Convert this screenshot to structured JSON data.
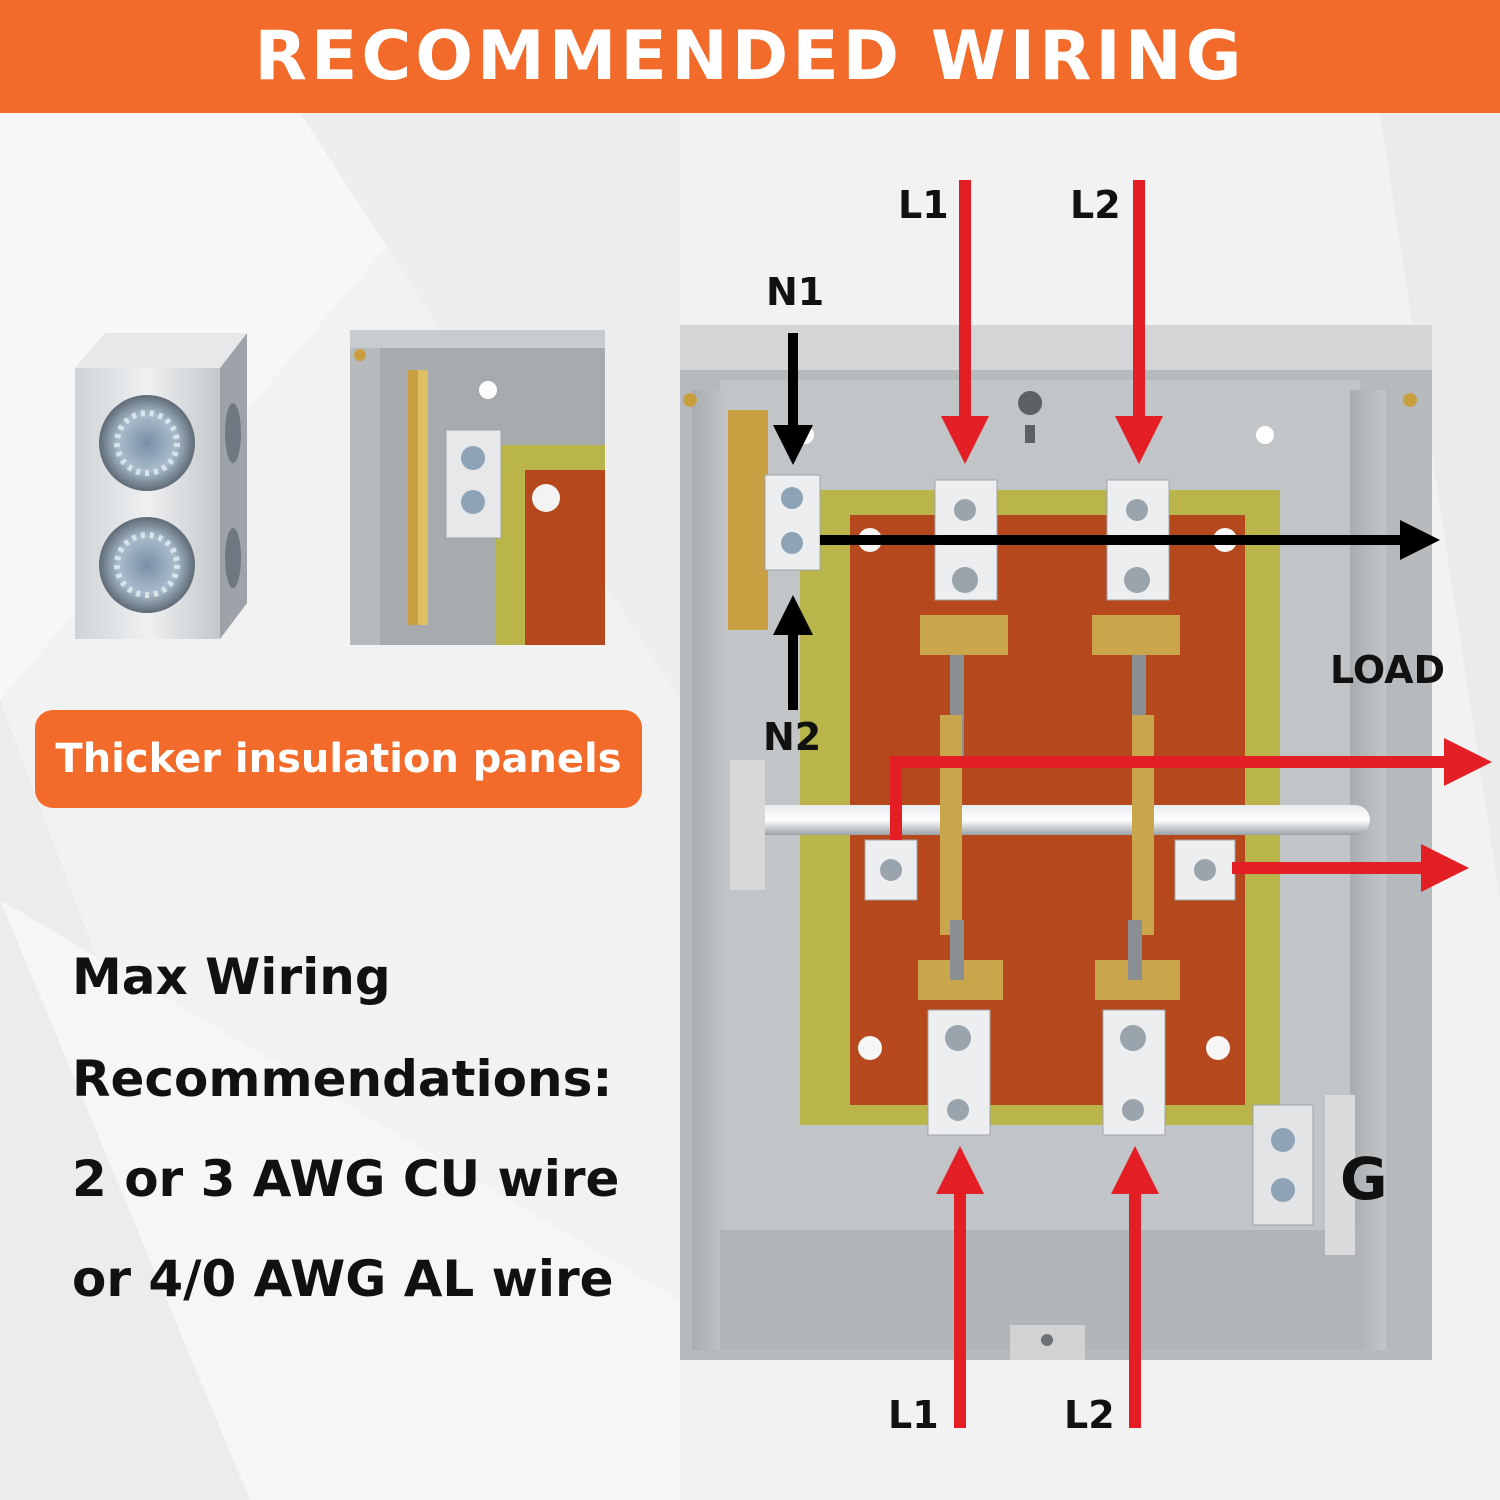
{
  "header": {
    "title": "RECOMMENDED WIRING",
    "color": "#f26b2a"
  },
  "callout": {
    "text": "Thicker insulation panels"
  },
  "specs": {
    "line1": "Max Wiring",
    "line2": "Recommendations:",
    "line3": "2 or 3 AWG CU wire",
    "line4": "or 4/0 AWG AL wire"
  },
  "labels": {
    "l1_top": "L1",
    "l2_top": "L2",
    "n1": "N1",
    "n2": "N2",
    "load": "LOAD",
    "g": "G",
    "l1_bottom": "L1",
    "l2_bottom": "L2"
  },
  "colors": {
    "wire_line": "#e31e24",
    "wire_neutral": "#000000",
    "enclosure": "#b9bcbd",
    "insulation_panel": "#b5481c",
    "insulation_border": "#b9b54a"
  }
}
